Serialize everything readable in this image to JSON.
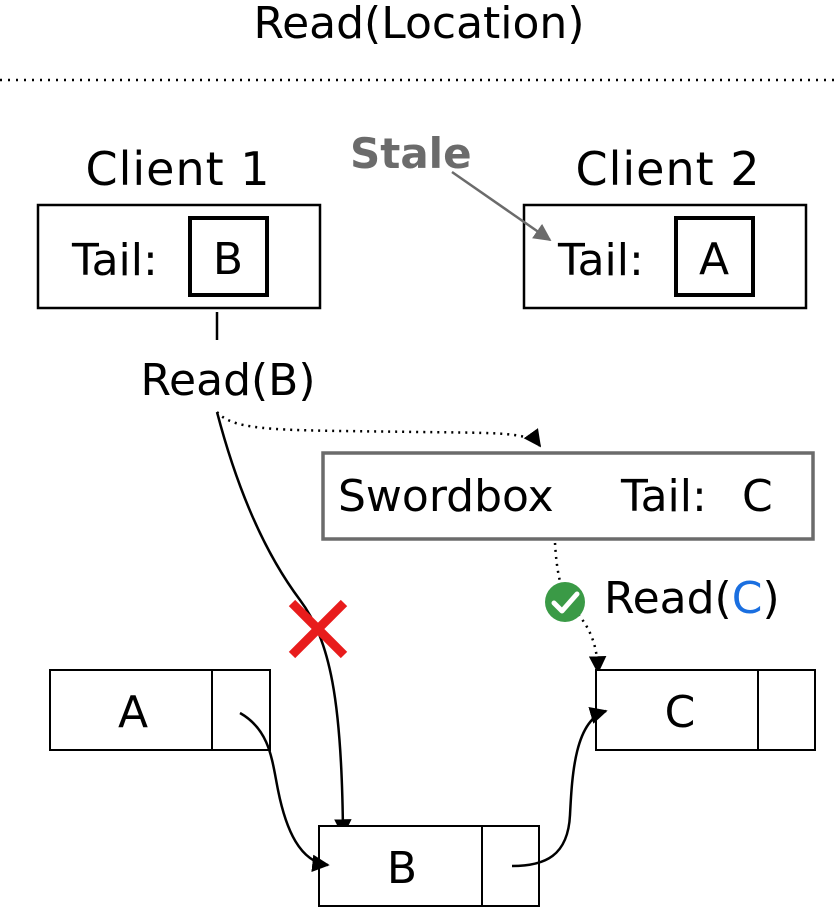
{
  "title": "Read(Location)",
  "stale_label": "Stale",
  "client1": {
    "name": "Client 1",
    "tail_label": "Tail:",
    "tail_value": "B"
  },
  "client2": {
    "name": "Client 2",
    "tail_label": "Tail:",
    "tail_value": "A"
  },
  "read_b_label": "Read(B)",
  "swordbox": {
    "name": "Swordbox",
    "tail_label": "Tail:",
    "tail_value": "C"
  },
  "read_c": {
    "prefix": "Read(",
    "value": "C",
    "suffix": ")"
  },
  "nodes": {
    "a": "A",
    "b": "B",
    "c": "C"
  },
  "colors": {
    "stale": "#6b6b6b",
    "highlight": "#1a6fe0",
    "cross": "#e81c1c",
    "check": "#3a9a46",
    "swordbox_border": "#6b6b6b"
  },
  "icons": {
    "fail": "cross-icon",
    "success": "checkmark-icon"
  }
}
